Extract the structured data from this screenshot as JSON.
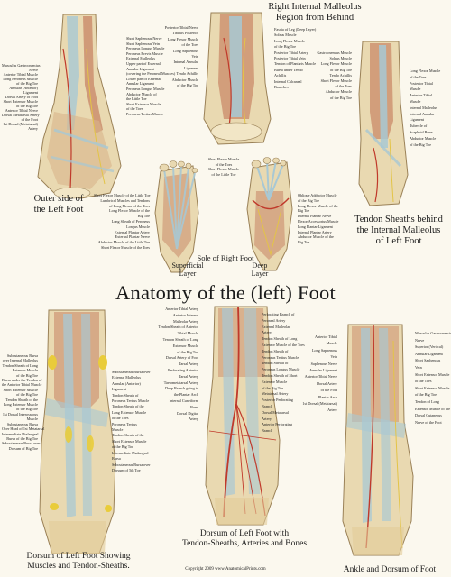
{
  "title": "Anatomy of the (left) Foot",
  "copyright": "Copyright 2009 www.AnatomicalPrints.com",
  "colors": {
    "background": "#fbf8ee",
    "bone": "#e9d9b1",
    "muscle": "#c98a6a",
    "tendon_sheath": "#a8c8d4",
    "sheath_yellow": "#e9cc3a",
    "artery": "#c0392b",
    "nerve": "#e3c447"
  },
  "figures": {
    "outer_side": {
      "caption": [
        "Outer side of",
        "the Left Foot"
      ],
      "left_labels": [
        "Musculus Gastrocnemius",
        "Nerve",
        "Anterior Tibial Muscle",
        "Long Peroneus Muscle",
        "of the Big Toe",
        "Annular (Anterior)",
        "Ligament",
        "Dorsal Artery of Foot",
        "Short Extensor Muscle",
        "of the Big Toe",
        "Anterior Tibial Nerve",
        "Dorsal Metatarsal Artery",
        "of the Foot",
        "1st Dorsal (Metatarsal)",
        "Artery"
      ],
      "right_labels": [
        "Short Saphenous Nerve",
        "Short Saphenous Vein",
        "Peroneus Longus Muscle",
        "Peroneus Brevis Muscle",
        "External Malleolus",
        "Upper part of External",
        "Annular Ligament",
        "(covering the Peroneal Muscles)",
        "Lower part of External",
        "Annular Ligament",
        "Peroneus Longus Muscle",
        "Abductor Muscle of",
        "the Little Toe",
        "Short Extensor Muscle",
        "of the Toes",
        "Peroneus Tertius Muscle"
      ]
    },
    "right_malleolus": {
      "title": [
        "Right Internal Malleolus",
        "Region from Behind"
      ],
      "left_labels": [
        "Posterior Tibial Nerve",
        "Tibialis Posterior",
        "Long Flexor Muscle",
        "of the Toes",
        "Long Saphenous",
        "Vein",
        "Internal Annular",
        "Ligament",
        "Tendo Achillis",
        "Abductor Muscle",
        "of the Big Toe"
      ],
      "right_labels": [
        "Fascia of Leg (Deep Layer)",
        "Soleus Muscle",
        "Long Flexor Muscle",
        "of the Big Toe",
        "Posterior Tibial Artery",
        "Posterior Tibial Vein",
        "Tendon of Plantaris Muscle",
        "Bursa under Tendo",
        "Achillis",
        "Internal Calcaneal",
        "Branches"
      ]
    },
    "tendon_sheaths": {
      "caption": [
        "Tendon Sheaths behind",
        "the Internal Malleolus",
        "of Left Foot"
      ],
      "left_labels": [
        "Gastrocnemius Muscle",
        "Soleus Muscle",
        "Long Flexor Muscle",
        "of the Big Toe",
        "Tendo Achillis",
        "Short Flexor Muscle",
        "of the Toes",
        "Abductor Muscle",
        "of the Big Toe"
      ],
      "right_labels": [
        "Long Flexor Muscle",
        "of the Toes",
        "Posterior Tibial",
        "Muscle",
        "Anterior Tibial",
        "Muscle",
        "Internal Malleolus",
        "Internal Annular",
        "Ligament",
        "Tubercle of",
        "Scaphoid Bone",
        "Abductor Muscle",
        "of the Big Toe"
      ]
    },
    "sole": {
      "caption": "Sole of Right Foot",
      "layer_superficial": [
        "Superficial",
        "Layer"
      ],
      "layer_deep": [
        "Deep",
        "Layer"
      ],
      "top_labels": [
        "Short Flexor Muscle",
        "of the Toes",
        "Short Flexor Muscle",
        "of the Little Toe"
      ],
      "left_labels": [
        "Short Flexor Muscle of the Little Toe",
        "Lumbrical Muscles and Tendons",
        "of Long Flexor of the Toes",
        "Long Flexor Muscle of the",
        "Big Toe",
        "Long Sheath of Peroneus",
        "Longus Muscle",
        "External Plantar Artery",
        "External Plantar Nerve",
        "Abductor Muscle of the Little Toe",
        "Short Flexor Muscle of the Toes"
      ],
      "right_labels": [
        "Oblique Adductor Muscle",
        "of the Big Toe",
        "Long Flexor Muscle of the",
        "Big Toe",
        "Internal Plantar Nerve",
        "Flexor Accessorius Muscle",
        "Long Plantar Ligament",
        "Internal Plantar Artery",
        "Abductor Muscle of the",
        "Big Toe"
      ]
    },
    "dorsum_sheaths": {
      "caption": [
        "Dorsum of Left Foot Showing",
        "Muscles and Tendon-Sheaths."
      ],
      "left_labels": [
        "Subcutaneous Bursa",
        "over Internal Malleolus",
        "Tendon Sheath of Long",
        "Extensor Muscle",
        "of the Big Toe",
        "Bursa under the Tendon of",
        "the Anterior Tibial Muscle",
        "Short Extensor Muscle",
        "of the Big Toe",
        "Tendon Sheath of the",
        "Long Extensor Muscle",
        "of the Big Toe",
        "1st Dorsal Interosseous",
        "Muscle",
        "Subcutaneous Bursa",
        "Over Head of 1st Metatarsal",
        "Intermediate Phalangeal",
        "Bursa of the Big Toe",
        "Subcutaneous Bursa over",
        "Dorsum of Big Toe"
      ],
      "right_labels": [
        "Subcutaneous Bursa over",
        "External Malleolus",
        "Annular (Anterior)",
        "Ligament",
        "Tendon Sheath of",
        "Peroneus Tertius Muscle",
        "Tendon Sheath of the",
        "Long Extensor Muscle",
        "of the Toes",
        "Peroneus Tertius",
        "Muscle",
        "Tendon Sheath of the",
        "Short Extensor Muscle",
        "of the Big Toe",
        "Intermediate Phalangeal",
        "Bursa",
        "Subcutaneous Bursa over",
        "Dorsum of 5th Toe"
      ]
    },
    "dorsum_arteries": {
      "caption": [
        "Dorsum of Left Foot with",
        "Tendon-Sheaths, Arteries and Bones"
      ],
      "left_labels": [
        "Anterior Tibial Artery",
        "Anterior Internal",
        "Malleolar Artery",
        "Tendon Sheath of Anterior",
        "Tibial Muscle",
        "Tendon Sheath of Long",
        "Extensor Muscle",
        "of the Big Toe",
        "Dorsal Artery of Foot",
        "Tarsal Artery",
        "Perforating Anterior",
        "Tarsal Artery",
        "Tarsometatarsal Artery",
        "Deep Branch going to",
        "the Plantar Arch",
        "Internal Cuneiform",
        "Bone",
        "Dorsal Digital",
        "Artery"
      ],
      "right_labels": [
        "Perforating Branch of",
        "Peroneal Artery",
        "External Malleolar",
        "Artery",
        "Tendon Sheath of Long",
        "Extensor Muscle of the Toes",
        "Tendon Sheath of",
        "Peroneus Tertius Muscle",
        "Tendon Sheath of",
        "Peroneus Longus Muscle",
        "Tendon Sheath of Short",
        "Extensor Muscle",
        "of the Big Toe",
        "Metatarsal Artery",
        "Posterior Perforating",
        "Branch",
        "Dorsal Metatarsal",
        "Artery",
        "Anterior Perforating",
        "Branch"
      ]
    },
    "ankle_dorsum": {
      "caption": "Ankle and Dorsum of Foot",
      "left_labels": [
        "Anterior Tibial",
        "Muscle",
        "Long Saphenous",
        "Vein",
        "Saphenous Nerve",
        "Annular Ligament",
        "Anterior Tibial Nerve",
        "Dorsal Artery",
        "of the Foot",
        "Plantar Arch",
        "1st Dorsal (Metatarsal)",
        "Artery"
      ],
      "right_labels": [
        "Musculus Gastrocnemius",
        "Nerve",
        "Superior (Vertical)",
        "Annular Ligament",
        "Short Saphenous",
        "Vein",
        "Short Extensor Muscle",
        "of the Toes",
        "Short Extensor Muscle",
        "of the Big Toe",
        "Tendon of Long",
        "Extensor Muscle of the Toes",
        "Dorsal Cutaneous",
        "Nerve of the Foot"
      ]
    }
  }
}
